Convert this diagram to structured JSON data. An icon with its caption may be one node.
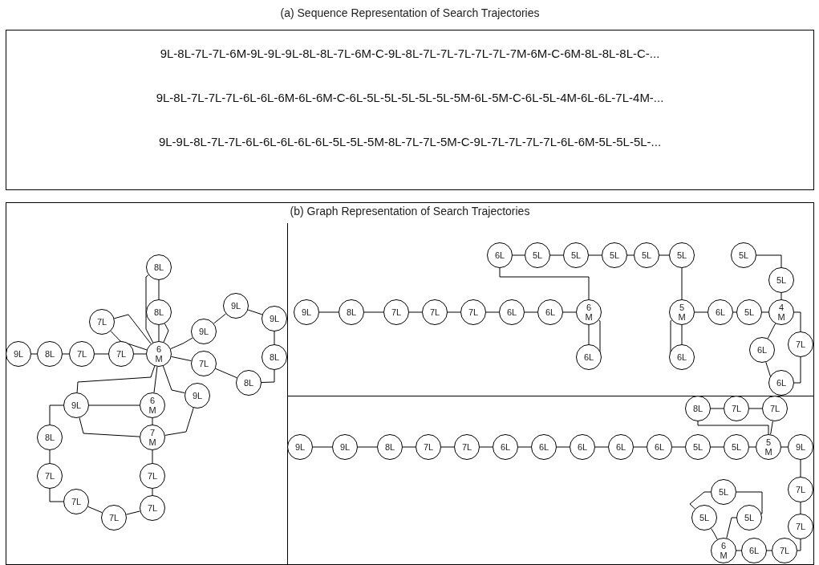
{
  "diagram": {
    "nodes": [
      {
        "text": [
          "(a) Sequence Representation of Search Trajectories",
          "9L-8L-7L-7L-6M-9L-9L-9L-8L-8L-7L-6M-C-9L-8L-7L-7L-7L-7L-7L-7M-6M-C-6M-8L-8L-8L-C-...",
          "9L-8L-7L-7L-7L-6L-6L-6M-6L-6M-C-6L-5L-5L-5L-5L-5L-5M-6L-5M-C-6L-5L-4M-6L-6L-7L-4M-...",
          "9L-9L-8L-7L-7L-6L-6L-6L-6L-6L-5L-5L-5M-8L-7L-7L-5M-C-9L-7L-7L-7L-7L-6L-6M-5L-5L-5L-..."
        ]
      },
      {
        "text": [
          "(b) Graph Representation of Search Trajectories"
        ]
      },
      {
        "text": [],
        "shape": "box",
        "in": 1
      },
      {
        "text": [
          "9L"
        ],
        "in": 2
      },
      {
        "text": [
          "8L"
        ],
        "in": 2
      },
      {
        "text": [
          "7L"
        ],
        "in": 2
      },
      {
        "text": [
          "7L"
        ],
        "in": 2
      },
      {
        "text": [
          "6 M"
        ],
        "in": 2
      },
      {
        "text": [
          "8L"
        ],
        "in": 2
      },
      {
        "text": [
          "8L"
        ],
        "in": 2
      },
      {
        "text": [
          "7L"
        ],
        "in": 2
      },
      {
        "text": [
          "9L"
        ],
        "in": 2
      },
      {
        "text": [
          "9L"
        ],
        "in": 2
      },
      {
        "text": [
          "9L"
        ],
        "in": 2
      },
      {
        "text": [
          "8L"
        ],
        "in": 2
      },
      {
        "text": [
          "7L"
        ],
        "in": 2
      },
      {
        "text": [
          "8L"
        ],
        "in": 2
      },
      {
        "text": [
          "9L"
        ],
        "in": 2
      },
      {
        "text": [
          "9L"
        ],
        "in": 2
      },
      {
        "text": [
          "6 M"
        ],
        "in": 2
      },
      {
        "text": [
          "7 M"
        ],
        "in": 2
      },
      {
        "text": [
          "8L"
        ],
        "in": 2
      },
      {
        "text": [
          "7L"
        ],
        "in": 2
      },
      {
        "text": [
          "7L"
        ],
        "in": 2
      },
      {
        "text": [
          "7L"
        ],
        "in": 2
      },
      {
        "text": [
          "7L"
        ],
        "in": 2
      },
      {
        "text": [
          "7L"
        ],
        "in": 2
      },
      {
        "text": [],
        "shape": "box",
        "in": 1
      },
      {
        "text": [
          "9L"
        ],
        "in": 27
      },
      {
        "text": [
          "8L"
        ],
        "in": 27
      },
      {
        "text": [
          "7L"
        ],
        "in": 27
      },
      {
        "text": [
          "7L"
        ],
        "in": 27
      },
      {
        "text": [
          "7L"
        ],
        "in": 27
      },
      {
        "text": [
          "6L"
        ],
        "in": 27
      },
      {
        "text": [
          "6L"
        ],
        "in": 27
      },
      {
        "text": [
          "6 M"
        ],
        "in": 27
      },
      {
        "text": [
          "6L"
        ],
        "in": 27
      },
      {
        "text": [
          "6L"
        ],
        "in": 27
      },
      {
        "text": [
          "5L"
        ],
        "in": 27
      },
      {
        "text": [
          "5L"
        ],
        "in": 27
      },
      {
        "text": [
          "5L"
        ],
        "in": 27
      },
      {
        "text": [
          "5L"
        ],
        "in": 27
      },
      {
        "text": [
          "5L"
        ],
        "in": 27
      },
      {
        "text": [
          "5 M"
        ],
        "in": 27
      },
      {
        "text": [
          "6L"
        ],
        "in": 27
      },
      {
        "text": [
          "6L"
        ],
        "in": 27
      },
      {
        "text": [
          "5L"
        ],
        "in": 27
      },
      {
        "text": [
          "4 M"
        ],
        "in": 27
      },
      {
        "text": [
          "5L"
        ],
        "in": 27
      },
      {
        "text": [
          "5L"
        ],
        "in": 27
      },
      {
        "text": [
          "6L"
        ],
        "in": 27
      },
      {
        "text": [
          "7L"
        ],
        "in": 27
      },
      {
        "text": [
          "6L"
        ],
        "in": 27
      },
      {
        "text": [],
        "shape": "box",
        "in": 1
      },
      {
        "text": [
          "9L"
        ],
        "in": 53
      },
      {
        "text": [
          "9L"
        ],
        "in": 53
      },
      {
        "text": [
          "8L"
        ],
        "in": 53
      },
      {
        "text": [
          "7L"
        ],
        "in": 53
      },
      {
        "text": [
          "7L"
        ],
        "in": 53
      },
      {
        "text": [
          "6L"
        ],
        "in": 53
      },
      {
        "text": [
          "6L"
        ],
        "in": 53
      },
      {
        "text": [
          "6L"
        ],
        "in": 53
      },
      {
        "text": [
          "6L"
        ],
        "in": 53
      },
      {
        "text": [
          "6L"
        ],
        "in": 53
      },
      {
        "text": [
          "5L"
        ],
        "in": 53
      },
      {
        "text": [
          "5L"
        ],
        "in": 53
      },
      {
        "text": [
          "5 M"
        ],
        "in": 53
      },
      {
        "text": [
          "9L"
        ],
        "in": 53
      },
      {
        "text": [
          "8L"
        ],
        "in": 53
      },
      {
        "text": [
          "7L"
        ],
        "in": 53
      },
      {
        "text": [
          "7L"
        ],
        "in": 53
      },
      {
        "text": [
          "7L"
        ],
        "in": 53
      },
      {
        "text": [
          "7L"
        ],
        "in": 53
      },
      {
        "text": [
          "7L"
        ],
        "in": 53
      },
      {
        "text": [
          "6L"
        ],
        "in": 53
      },
      {
        "text": [
          "6 M"
        ],
        "in": 53
      },
      {
        "text": [
          "5L"
        ],
        "in": 53
      },
      {
        "text": [
          "5L"
        ],
        "in": 53
      },
      {
        "text": [
          "5L"
        ],
        "in": 53
      }
    ],
    "edges": [
      {
        "from": 3,
        "to": 4,
        "arrow": "none"
      },
      {
        "from": 4,
        "to": 5,
        "arrow": "none"
      },
      {
        "from": 5,
        "to": 6,
        "arrow": "none"
      },
      {
        "from": 6,
        "to": 7,
        "arrow": "none"
      },
      {
        "from": 8,
        "to": 9,
        "arrow": "none"
      },
      {
        "from": 8,
        "to": 7,
        "arrow": "none"
      },
      {
        "from": 9,
        "to": 7,
        "arrow": "none"
      },
      {
        "from": 9,
        "to": 7,
        "arrow": "none"
      },
      {
        "from": 10,
        "to": 7,
        "arrow": "none"
      },
      {
        "from": 10,
        "to": 7,
        "arrow": "none"
      },
      {
        "from": 7,
        "to": 12,
        "arrow": "none"
      },
      {
        "from": 12,
        "to": 11,
        "arrow": "none"
      },
      {
        "from": 11,
        "to": 13,
        "arrow": "none"
      },
      {
        "from": 13,
        "to": 14,
        "arrow": "none"
      },
      {
        "from": 14,
        "to": 16,
        "arrow": "none"
      },
      {
        "from": 16,
        "to": 15,
        "arrow": "none"
      },
      {
        "from": 15,
        "to": 7,
        "arrow": "none"
      },
      {
        "from": 7,
        "to": 17,
        "arrow": "none"
      },
      {
        "from": 17,
        "to": 20,
        "arrow": "none"
      },
      {
        "from": 7,
        "to": 19,
        "arrow": "none"
      },
      {
        "from": 7,
        "to": 18,
        "arrow": "none"
      },
      {
        "from": 18,
        "to": 19,
        "arrow": "none"
      },
      {
        "from": 18,
        "to": 20,
        "arrow": "none"
      },
      {
        "from": 19,
        "to": 20,
        "arrow": "none"
      },
      {
        "from": 18,
        "to": 21,
        "arrow": "none"
      },
      {
        "from": 21,
        "to": 22,
        "arrow": "none"
      },
      {
        "from": 22,
        "to": 23,
        "arrow": "none"
      },
      {
        "from": 23,
        "to": 24,
        "arrow": "none"
      },
      {
        "from": 24,
        "to": 25,
        "arrow": "none"
      },
      {
        "from": 25,
        "to": 26,
        "arrow": "none"
      },
      {
        "from": 26,
        "to": 20,
        "arrow": "none"
      },
      {
        "from": 28,
        "to": 29,
        "arrow": "none"
      },
      {
        "from": 29,
        "to": 30,
        "arrow": "none"
      },
      {
        "from": 30,
        "to": 31,
        "arrow": "none"
      },
      {
        "from": 31,
        "to": 32,
        "arrow": "none"
      },
      {
        "from": 32,
        "to": 33,
        "arrow": "none"
      },
      {
        "from": 33,
        "to": 34,
        "arrow": "none"
      },
      {
        "from": 34,
        "to": 35,
        "arrow": "none"
      },
      {
        "from": 35,
        "to": 36,
        "arrow": "none"
      },
      {
        "from": 35,
        "to": 36,
        "arrow": "none"
      },
      {
        "from": 37,
        "to": 35,
        "arrow": "none"
      },
      {
        "from": 37,
        "to": 38,
        "arrow": "none"
      },
      {
        "from": 38,
        "to": 39,
        "arrow": "none"
      },
      {
        "from": 39,
        "to": 40,
        "arrow": "none"
      },
      {
        "from": 40,
        "to": 41,
        "arrow": "none"
      },
      {
        "from": 41,
        "to": 42,
        "arrow": "none"
      },
      {
        "from": 42,
        "to": 43,
        "arrow": "none"
      },
      {
        "from": 43,
        "to": 44,
        "arrow": "none"
      },
      {
        "from": 43,
        "to": 44,
        "arrow": "none"
      },
      {
        "from": 43,
        "to": 45,
        "arrow": "none"
      },
      {
        "from": 45,
        "to": 46,
        "arrow": "none"
      },
      {
        "from": 46,
        "to": 47,
        "arrow": "none"
      },
      {
        "from": 48,
        "to": 49,
        "arrow": "none"
      },
      {
        "from": 49,
        "to": 47,
        "arrow": "none"
      },
      {
        "from": 47,
        "to": 50,
        "arrow": "none"
      },
      {
        "from": 50,
        "to": 52,
        "arrow": "none"
      },
      {
        "from": 47,
        "to": 51,
        "arrow": "none"
      },
      {
        "from": 51,
        "to": 52,
        "arrow": "none"
      },
      {
        "from": 54,
        "to": 55,
        "arrow": "none"
      },
      {
        "from": 55,
        "to": 56,
        "arrow": "none"
      },
      {
        "from": 56,
        "to": 57,
        "arrow": "none"
      },
      {
        "from": 57,
        "to": 58,
        "arrow": "none"
      },
      {
        "from": 58,
        "to": 59,
        "arrow": "none"
      },
      {
        "from": 59,
        "to": 60,
        "arrow": "none"
      },
      {
        "from": 60,
        "to": 61,
        "arrow": "none"
      },
      {
        "from": 61,
        "to": 62,
        "arrow": "none"
      },
      {
        "from": 62,
        "to": 63,
        "arrow": "none"
      },
      {
        "from": 63,
        "to": 64,
        "arrow": "none"
      },
      {
        "from": 64,
        "to": 65,
        "arrow": "none"
      },
      {
        "from": 65,
        "to": 66,
        "arrow": "none"
      },
      {
        "from": 66,
        "to": 67,
        "arrow": "none"
      },
      {
        "from": 68,
        "to": 69,
        "arrow": "none"
      },
      {
        "from": 69,
        "to": 70,
        "arrow": "none"
      },
      {
        "from": 70,
        "to": 66,
        "arrow": "none"
      },
      {
        "from": 68,
        "to": 66,
        "arrow": "none"
      },
      {
        "from": 67,
        "to": 71,
        "arrow": "none"
      },
      {
        "from": 71,
        "to": 72,
        "arrow": "none"
      },
      {
        "from": 72,
        "to": 73,
        "arrow": "none"
      },
      {
        "from": 73,
        "to": 74,
        "arrow": "none"
      },
      {
        "from": 74,
        "to": 75,
        "arrow": "none"
      },
      {
        "from": 75,
        "to": 77,
        "arrow": "none"
      },
      {
        "from": 77,
        "to": 76,
        "arrow": "none"
      },
      {
        "from": 76,
        "to": 78,
        "arrow": "none"
      },
      {
        "from": 78,
        "to": 75,
        "arrow": "none"
      }
    ]
  }
}
